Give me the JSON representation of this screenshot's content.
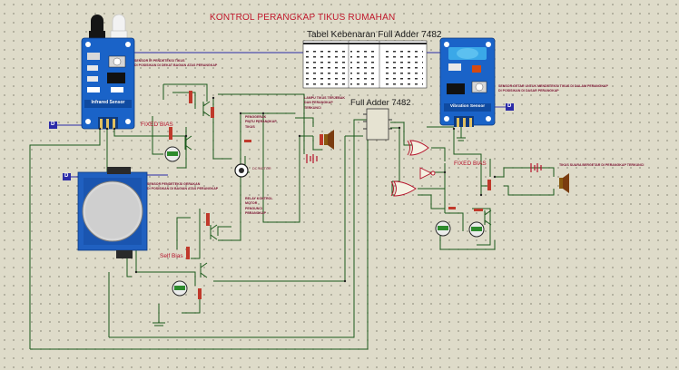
{
  "title": "KONTROL PERANGKAP TIKUS RUMAHAN",
  "truth_table_title": "Tabel Kebenaran Full Adder 7482",
  "adder_title": "Full Adder 7482",
  "ir_sensor_label": "Infrared Sensor",
  "vibration_sensor_label": "Vibration Sensor",
  "bias_labels": {
    "ir": "FIXED BIAS",
    "vib": "FIXED BIAS",
    "pir": "Self Bias"
  },
  "motor_label": "DC MOTOR",
  "pin_labels": {
    "a": "D",
    "b": "D",
    "c": "D"
  },
  "notes": {
    "ir": [
      "SENSOR IR PENDETEKSI TIKUS",
      "DI POSISIKAN DI DEKAT BAGIAN ATAS PERANGKAP"
    ],
    "lamp": [
      "LAMPU TIKUS TERJEBAK",
      "DAN PERANGKAP",
      "TERKUNCI"
    ],
    "motor": [
      "PENGGERAK",
      "PINTU PERANGKAP",
      "TIKUS"
    ],
    "pir": [
      "SENSOR PENDETEKSI GERAKAN",
      "DI POSISIKAN DI BAGIAN ATAS PERANGKAP"
    ],
    "relay": [
      "RELAY KONTROL",
      "MOTOR",
      "PENGUNCI",
      "PERANGKAP"
    ],
    "vib": [
      "SENSOR GETAR UNTUK MENDETEKSI TIKUS DI DALAM PERANGKAP",
      "DI POSISIKAN DI DASAR PERANGKAP"
    ],
    "sound": [
      "TIKUS SUARA BERGETAR DI PERANGKAP TERKUNCI"
    ]
  },
  "colors": {
    "wire": "#1b5a1b",
    "signal": "#2b2ba8",
    "title": "#c0182c",
    "module": "#1a63c8",
    "background": "#dedbc9"
  }
}
